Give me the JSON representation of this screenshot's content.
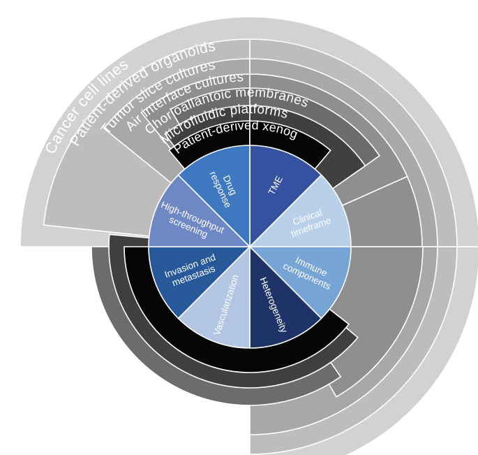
{
  "rings": [
    {
      "label": "Cancer cell lines",
      "color": "#d2d2d2"
    },
    {
      "label": "Patient-derived organoids",
      "color": "#bdbdbd"
    },
    {
      "label": "Tumor slice cultures",
      "color": "#a8a8a8"
    },
    {
      "label": "Air interface cultures",
      "color": "#8f8f8f"
    },
    {
      "label": "Chorioallantoic membranes",
      "color": "#6c6c6c"
    },
    {
      "label": "Microfluidic platforms",
      "color": "#404040"
    },
    {
      "label": "Patient-derived xenografts",
      "color": "#050505"
    }
  ],
  "wedges": [
    {
      "lines": [
        "TME"
      ],
      "color": "#3552a1"
    },
    {
      "lines": [
        "Clinical",
        "timeframe"
      ],
      "color": "#b8d0ea"
    },
    {
      "lines": [
        "Immune",
        "components"
      ],
      "color": "#75a4d5"
    },
    {
      "lines": [
        "Heterogeneity"
      ],
      "color": "#1e3468"
    },
    {
      "lines": [
        "Vascularization"
      ],
      "color": "#b2c5e3"
    },
    {
      "lines": [
        "Invasion and",
        "metastasis"
      ],
      "color": "#27589a"
    },
    {
      "lines": [
        "High-throughput",
        "screening"
      ],
      "color": "#6e88c6"
    },
    {
      "lines": [
        "Drug",
        "response"
      ],
      "color": "#3e78c1"
    }
  ]
}
